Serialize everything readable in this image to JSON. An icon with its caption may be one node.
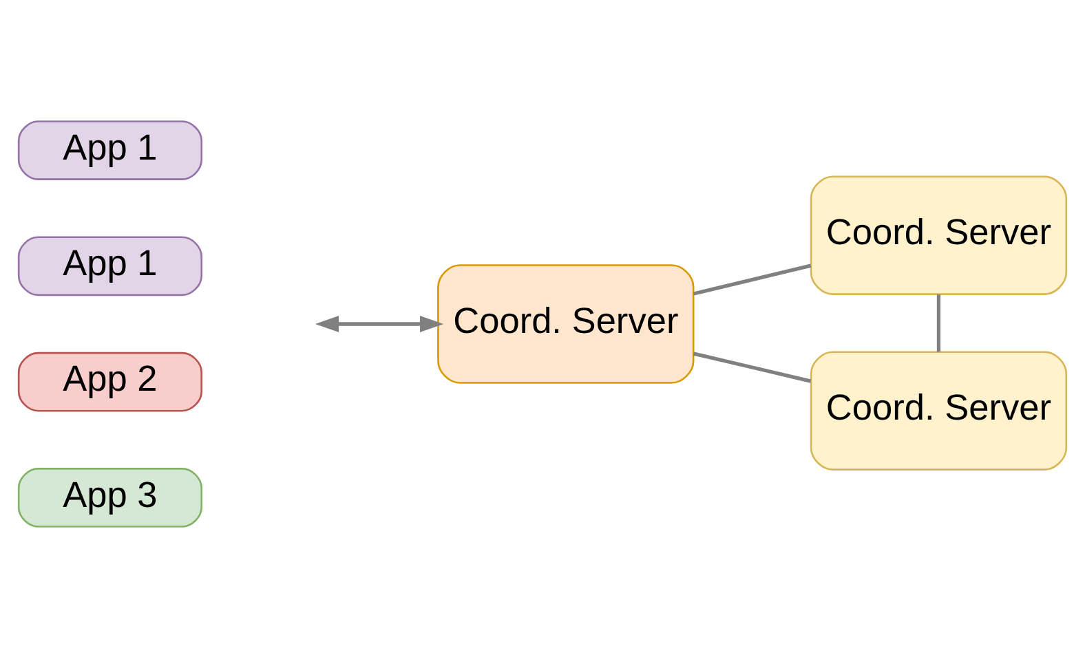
{
  "diagram": {
    "nodes": [
      {
        "text": [
          "App 1"
        ]
      },
      {
        "text": [
          "App 1"
        ]
      },
      {
        "text": [
          "App 2"
        ]
      },
      {
        "text": [
          "App 3"
        ]
      },
      {
        "text": [
          "Coord. Server"
        ]
      },
      {
        "text": [
          "Coord. Server"
        ]
      },
      {
        "text": [
          "Coord. Server"
        ]
      }
    ],
    "edges": [
      {
        "from": null,
        "to": 4,
        "arrow": "both"
      },
      {
        "from": 4,
        "to": 5,
        "arrow": "none"
      },
      {
        "from": 4,
        "to": 6,
        "arrow": "none"
      },
      {
        "from": 5,
        "to": 6,
        "arrow": "none"
      }
    ]
  }
}
